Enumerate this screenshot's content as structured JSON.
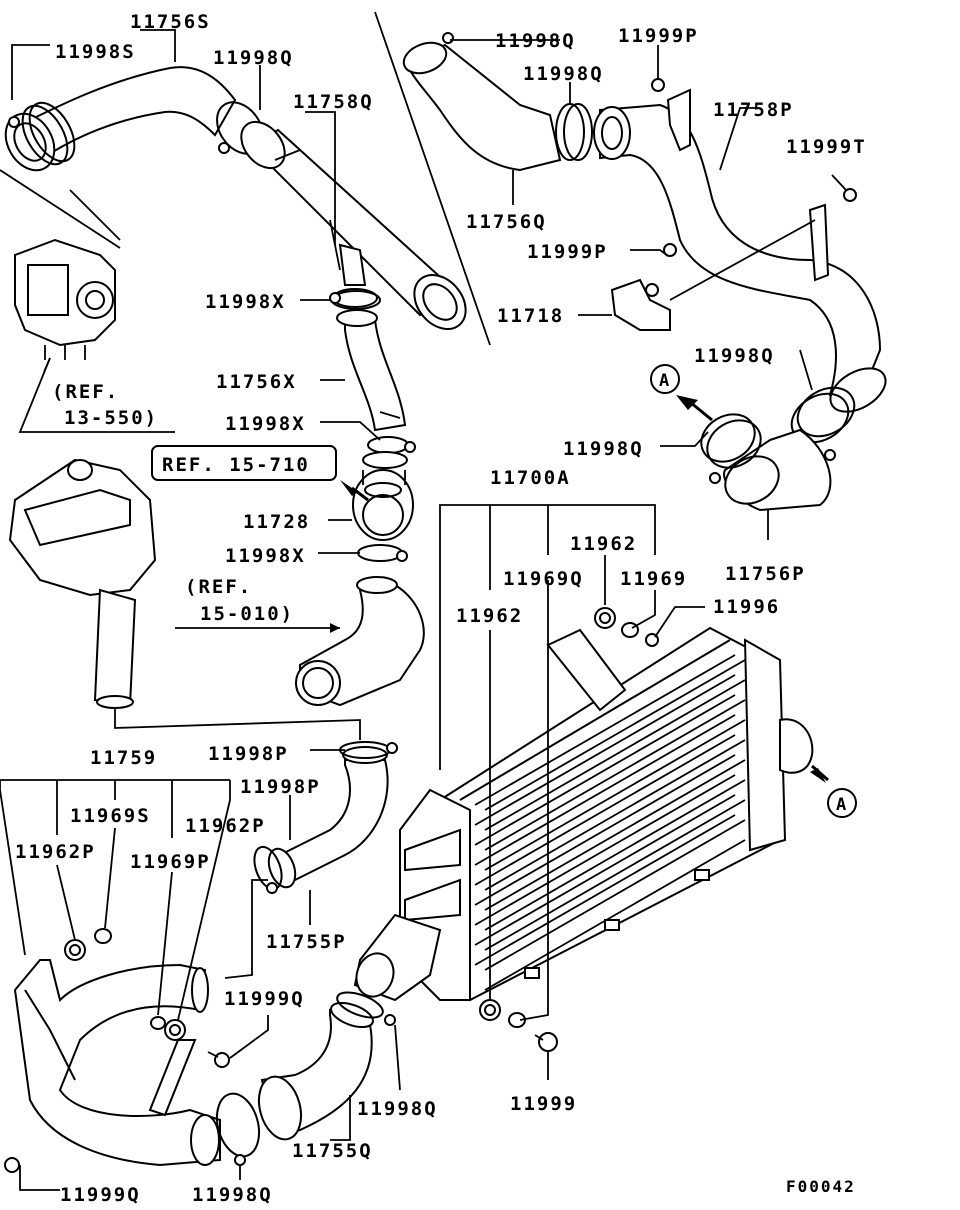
{
  "labels": {
    "p11756S": "11756S",
    "p11998S": "11998S",
    "p11998Q_top": "11998Q",
    "p11758Q": "11758Q",
    "p11998Q_tr": "11998Q",
    "p11999P_tr": "11999P",
    "p11998Q_tr2": "11998Q",
    "p11758P": "11758P",
    "p11999T": "11999T",
    "p11756Q": "11756Q",
    "p11999P_mid": "11999P",
    "p11718": "11718",
    "p11998X_1": "11998X",
    "p11998Q_r1": "11998Q",
    "p11756X": "11756X",
    "p11998X_2": "11998X",
    "p11998Q_r2": "11998Q",
    "p11728": "11728",
    "p11998X_3": "11998X",
    "p11700A": "11700A",
    "p11962_a": "11962",
    "p11756P": "11756P",
    "p11969Q": "11969Q",
    "p11969": "11969",
    "p11996": "11996",
    "p11962_b": "11962",
    "p11759": "11759",
    "p11998P_1": "11998P",
    "p11998P_2": "11998P",
    "p11969S": "11969S",
    "p11962P_1": "11962P",
    "p11962P_2": "11962P",
    "p11969P": "11969P",
    "p11755P": "11755P",
    "p11999Q_mid": "11999Q",
    "p11998Q_b": "11998Q",
    "p11999": "11999",
    "p11755Q": "11755Q",
    "p11999Q_b": "11999Q",
    "p11998Q_bb": "11998Q"
  },
  "refs": {
    "ref1_l1": "(REF.",
    "ref1_l2": "13-550)",
    "ref2": "REF. 15-710",
    "ref3_l1": "(REF.",
    "ref3_l2": "15-010)"
  },
  "markers": {
    "a_top": "A",
    "a_right": "A"
  },
  "figure_id": "F00042"
}
